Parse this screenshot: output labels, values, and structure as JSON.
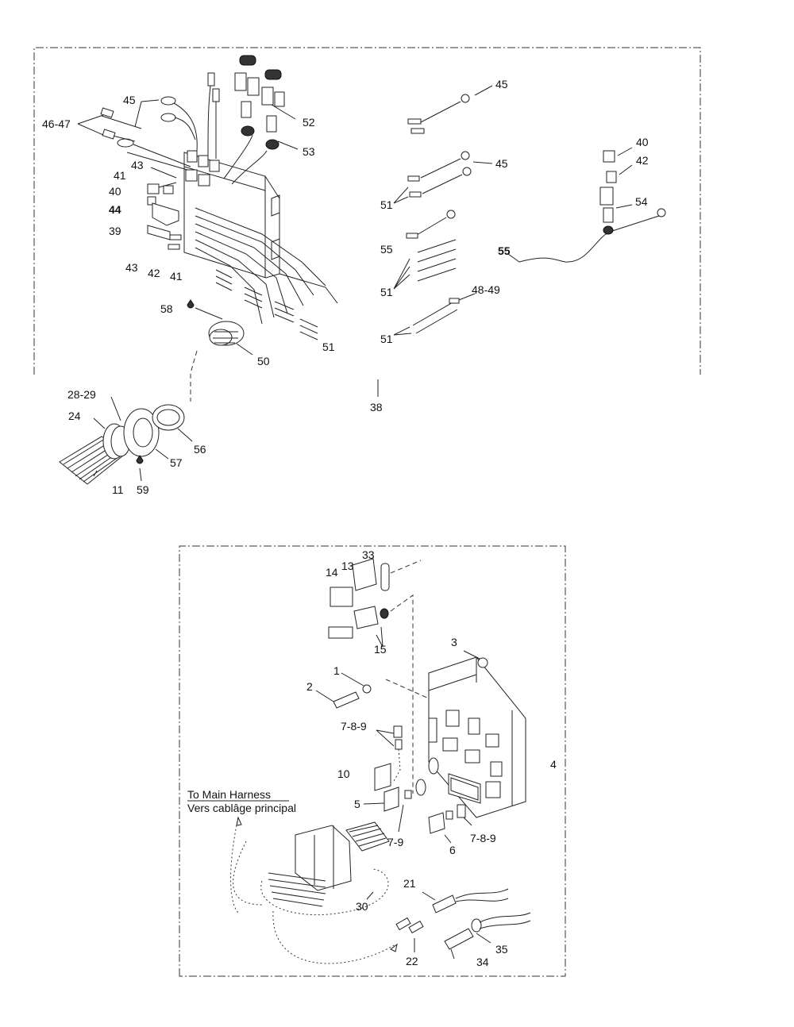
{
  "upper_diagram": {
    "labels": {
      "l45a": "45",
      "l4647": "46-47",
      "l52": "52",
      "l53": "53",
      "l43a": "43",
      "l41a": "41",
      "l40a": "40",
      "l44": "44",
      "l39": "39",
      "l43b": "43",
      "l42a": "42",
      "l41b": "41",
      "l58": "58",
      "l50": "50",
      "l51a": "51",
      "l38": "38",
      "l2829": "28-29",
      "l24": "24",
      "l56": "56",
      "l57": "57",
      "l11": "11",
      "l59": "59",
      "l45b": "45",
      "l45c": "45",
      "l51b": "51",
      "l55a": "55",
      "l51c": "51",
      "l4849": "48-49",
      "l51d": "51",
      "l40b": "40",
      "l42b": "42",
      "l54": "54",
      "l55b": "55"
    }
  },
  "lower_diagram": {
    "labels": {
      "l33": "33",
      "l14": "14",
      "l13": "13",
      "l15": "15",
      "l3": "3",
      "l1": "1",
      "l2": "2",
      "l789a": "7-8-9",
      "l10": "10",
      "l4": "4",
      "l5": "5",
      "l79": "7-9",
      "l6": "6",
      "l789b": "7-8-9",
      "l21": "21",
      "l30": "30",
      "l35": "35",
      "l22": "22",
      "l34": "34"
    },
    "to_main_harness_en": "To Main Harness",
    "to_main_harness_fr": "Vers cablâge principal"
  }
}
